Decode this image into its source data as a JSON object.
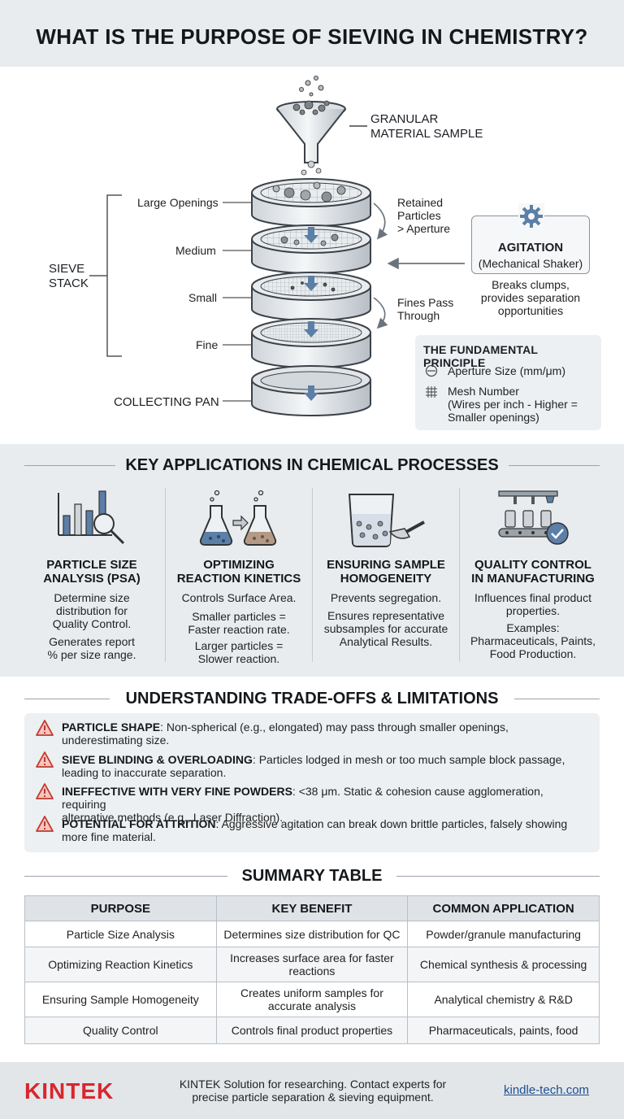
{
  "header": {
    "title": "WHAT IS THE PURPOSE OF SIEVING IN CHEMISTRY?"
  },
  "hero": {
    "sample_label_1": "GRANULAR",
    "sample_label_2": "MATERIAL SAMPLE",
    "stack_label_1": "SIEVE",
    "stack_label_2": "STACK",
    "tiers": [
      "Large Openings",
      "Medium",
      "Small",
      "Fine"
    ],
    "pan_label": "COLLECTING PAN",
    "retained_1": "Retained",
    "retained_2": "Particles",
    "retained_3": "> Aperture",
    "fines_1": "Fines Pass",
    "fines_2": "Through",
    "agitation_title": "AGITATION",
    "agitation_sub": "(Mechanical Shaker)",
    "agitation_desc_1": "Breaks clumps,",
    "agitation_desc_2": "provides separation",
    "agitation_desc_3": "opportunities",
    "principle_title": "THE FUNDAMENTAL PRINCIPLE",
    "aperture": "Aperture Size (mm/μm)",
    "mesh_1": "Mesh Number",
    "mesh_2": "(Wires per inch - Higher =",
    "mesh_3": "Smaller openings)"
  },
  "applications": {
    "title": "KEY APPLICATIONS IN CHEMICAL PROCESSES",
    "items": [
      {
        "icon": "bar-chart-magnifier-icon",
        "title_1": "PARTICLE SIZE",
        "title_2": "ANALYSIS (PSA)",
        "p1": [
          "Determine size",
          "distribution for",
          "Quality Control."
        ],
        "p2": [
          "Generates report",
          "% per size range."
        ]
      },
      {
        "icon": "flask-reaction-icon",
        "title_1": "OPTIMIZING",
        "title_2": "REACTION KINETICS",
        "p1": [
          "Controls Surface Area."
        ],
        "p2": [
          "Smaller particles =",
          "Faster reaction rate."
        ],
        "p3": [
          "Larger particles =",
          "Slower reaction."
        ]
      },
      {
        "icon": "beaker-scoop-icon",
        "title_1": "ENSURING SAMPLE",
        "title_2": "HOMOGENEITY",
        "p1": [
          "Prevents segregation."
        ],
        "p2": [
          "Ensures representative",
          "subsamples for accurate",
          "Analytical Results."
        ]
      },
      {
        "icon": "production-line-icon",
        "title_1": "QUALITY CONTROL",
        "title_2": "IN MANUFACTURING",
        "p1": [
          "Influences final product",
          "properties."
        ],
        "p2": [
          "Examples:",
          "Pharmaceuticals, Paints,",
          "Food Production."
        ]
      }
    ]
  },
  "tradeoffs": {
    "title": "UNDERSTANDING TRADE-OFFS & LIMITATIONS",
    "items": [
      {
        "label": "PARTICLE SHAPE",
        "text_1": ": Non-spherical (e.g., elongated) may pass through smaller openings,",
        "text_2": "underestimating size."
      },
      {
        "label": "SIEVE BLINDING & OVERLOADING",
        "text_1": ": Particles lodged in mesh or too much sample block passage,",
        "text_2": "leading to inaccurate separation."
      },
      {
        "label": "INEFFECTIVE WITH VERY FINE POWDERS",
        "text_1": ": <38 μm. Static & cohesion cause agglomeration, requiring",
        "text_2": "alternative methods (e.g., Laser Diffraction)."
      },
      {
        "label": "POTENTIAL FOR ATTRITION",
        "text_1": ": Aggressive agitation can break down brittle particles, falsely showing",
        "text_2": "more fine material."
      }
    ]
  },
  "summary": {
    "title": "SUMMARY TABLE",
    "headers": [
      "PURPOSE",
      "KEY BENEFIT",
      "COMMON APPLICATION"
    ],
    "rows": [
      {
        "purpose": "Particle Size Analysis",
        "benefit_1": "Determines size distribution for QC",
        "benefit_2": "",
        "application": "Powder/granule manufacturing"
      },
      {
        "purpose": "Optimizing Reaction Kinetics",
        "benefit_1": "Increases surface area for faster",
        "benefit_2": "reactions",
        "application": "Chemical synthesis & processing"
      },
      {
        "purpose": "Ensuring Sample Homogeneity",
        "benefit_1": "Creates uniform samples for",
        "benefit_2": "accurate analysis",
        "application": "Analytical chemistry & R&D"
      },
      {
        "purpose": "Quality Control",
        "benefit_1": "Controls final product properties",
        "benefit_2": "",
        "application": "Pharmaceuticals, paints, food"
      }
    ]
  },
  "footer": {
    "logo": "KINTEK",
    "text_1": "KINTEK Solution for researching. Contact experts for",
    "text_2": "precise particle separation & sieving equipment.",
    "link": "kindle-tech.com"
  },
  "colors": {
    "brand_red": "#d9262e",
    "link_blue": "#1d4f91",
    "accent_blue": "#5b7fa6",
    "warning_red": "#c0392b"
  }
}
